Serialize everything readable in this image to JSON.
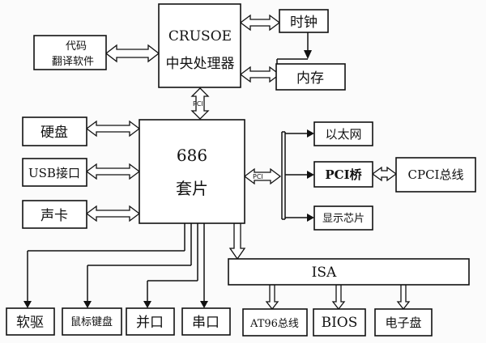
{
  "nodes": {
    "crusoe": {
      "line1": "CRUSOE",
      "line2": "中央处理器"
    },
    "chipset": {
      "line1": "686",
      "line2": "套片"
    },
    "clock": "时钟",
    "memory": "内存",
    "code_translate": {
      "line1": "代码",
      "line2": "翻译软件"
    },
    "hdd": "硬盘",
    "usb": "USB接口",
    "sound": "声卡",
    "ethernet": "以太网",
    "pci_bridge": "PCI桥",
    "cpci_bus": "CPCI总线",
    "display_chip": "显示芯片",
    "isa": "ISA",
    "floppy": "软驱",
    "mouse_kb": "鼠标键盘",
    "parallel": "并口",
    "serial": "串口",
    "at96": "AT96总线",
    "bios": "BIOS",
    "edisk": "电子盘"
  },
  "links": {
    "pci_vertical": "PCI",
    "pci_horizontal": "PCI"
  }
}
